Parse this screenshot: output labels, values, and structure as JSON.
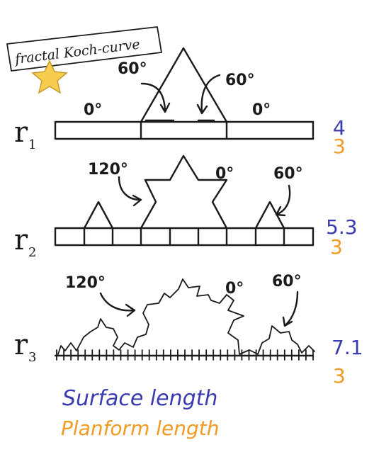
{
  "title": "fractal Koch-curve",
  "colors": {
    "ink": "#1a1a1a",
    "surface": "#3b3bb0",
    "planform": "#f19a22",
    "star": "#f7cd4f"
  },
  "rows": [
    {
      "label": "r",
      "subscript": "1",
      "surface_length": "4",
      "planform_length": "3",
      "angles": [
        "0°",
        "60°",
        "60°",
        "0°"
      ]
    },
    {
      "label": "r",
      "subscript": "2",
      "surface_length": "5.3",
      "planform_length": "3",
      "angles": [
        "120°",
        "0°",
        "60°"
      ]
    },
    {
      "label": "r",
      "subscript": "3",
      "surface_length": "7.1",
      "planform_length": "3",
      "angles": [
        "120°",
        "0°",
        "60°"
      ]
    }
  ],
  "legend": {
    "surface": "Surface length",
    "planform": "Planform length"
  }
}
